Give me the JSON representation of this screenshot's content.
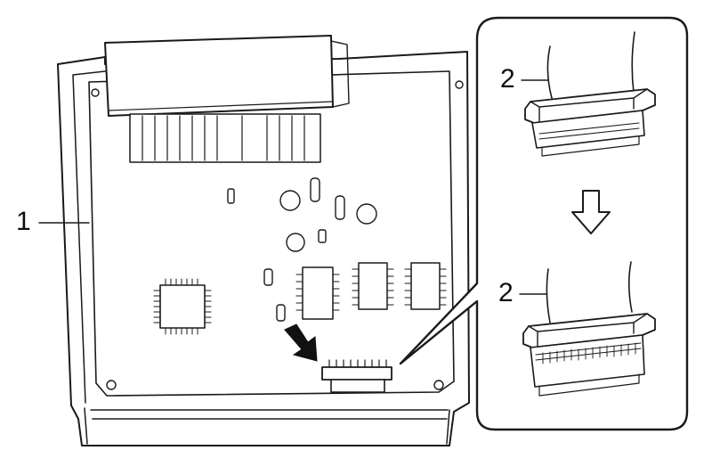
{
  "callouts": {
    "board_label": "1",
    "connector_before_label": "2",
    "connector_after_label": "2"
  },
  "footer_code": "",
  "colors": {
    "line": "#1a1a1a",
    "background": "#ffffff"
  },
  "icons": {
    "pointer": "black-arrow-icon",
    "transition": "outline-down-arrow-icon"
  }
}
